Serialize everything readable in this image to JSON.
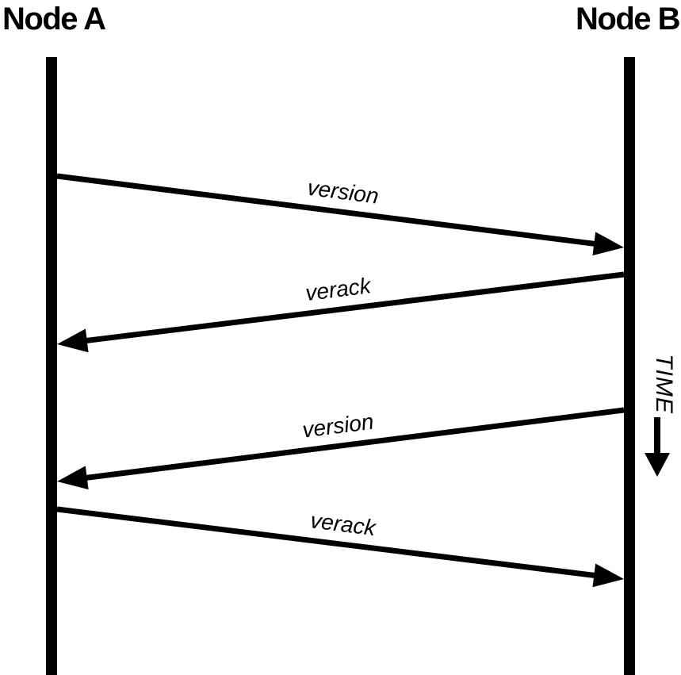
{
  "diagram": {
    "type": "sequence",
    "participants": [
      {
        "name": "Node A"
      },
      {
        "name": "Node B"
      }
    ],
    "messages": [
      {
        "label": "version",
        "from": "Node A",
        "to": "Node B"
      },
      {
        "label": "verack",
        "from": "Node B",
        "to": "Node A"
      },
      {
        "label": "version",
        "from": "Node B",
        "to": "Node A"
      },
      {
        "label": "verack",
        "from": "Node A",
        "to": "Node B"
      }
    ],
    "time_axis": {
      "label": "TIME",
      "direction": "down"
    },
    "colors": {
      "foreground": "#000000",
      "background": "#ffffff"
    }
  }
}
